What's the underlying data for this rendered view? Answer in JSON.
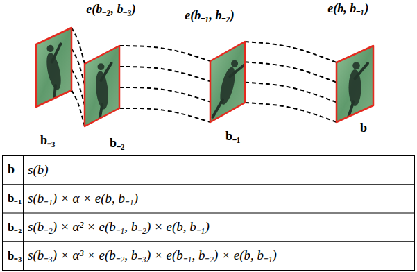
{
  "diagram": {
    "nodes": [
      {
        "text": [
          "b₋₃"
        ]
      },
      {
        "text": [
          "b₋₂"
        ]
      },
      {
        "text": [
          "b₋₁"
        ]
      },
      {
        "text": [
          "b"
        ]
      }
    ],
    "edges": [
      {
        "from": 0,
        "to": 1,
        "arrow": "none",
        "label": "e(b₋₂, b₋₃)"
      },
      {
        "from": 1,
        "to": 2,
        "arrow": "none",
        "label": "e(b₋₁, b₋₂)"
      },
      {
        "from": 2,
        "to": 3,
        "arrow": "none",
        "label": "e(b, b₋₁)"
      }
    ],
    "labels": [
      "b",
      "s(b)",
      "b₋₁",
      "s(b₋₁) × α × e(b, b₋₁)",
      "b₋₂",
      "s(b₋₂) × α² × e(b₋₁, b₋₂) × e(b, b₋₁)",
      "b₋₃",
      "s(b₋₃) × α³ × e(b₋₂, b₋₃) × e(b₋₁, b₋₂) × e(b, b₋₁)"
    ]
  }
}
